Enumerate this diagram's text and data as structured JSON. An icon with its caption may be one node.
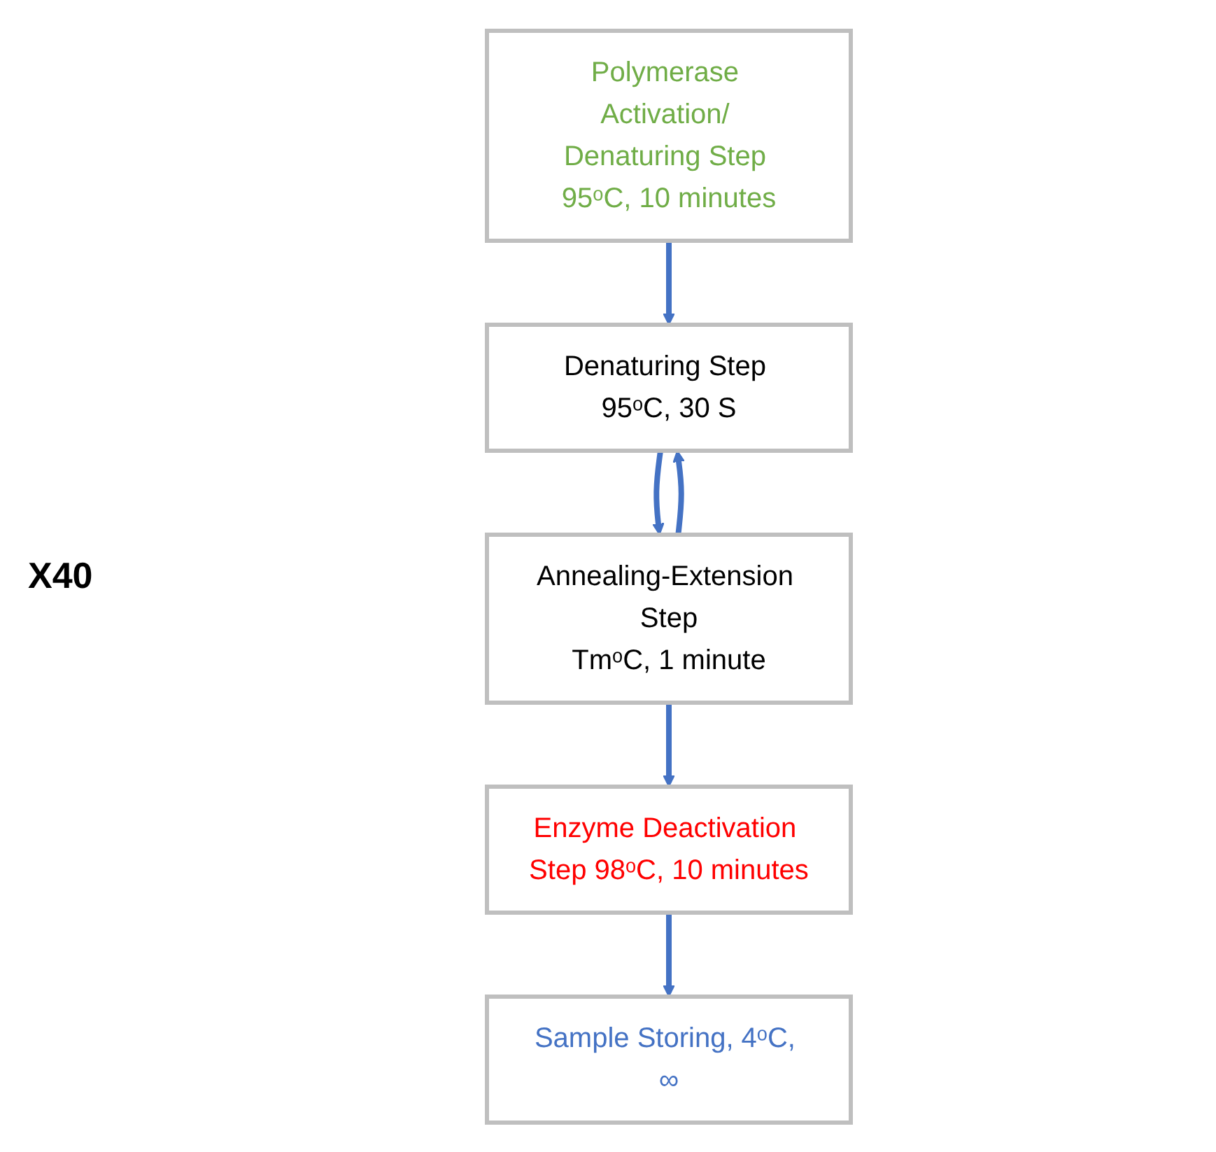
{
  "diagram": {
    "nodes": [
      {
        "text": [
          "Polymerase Activation/ Denaturing Step 95ᵒC, 10 minutes"
        ]
      },
      {
        "text": [
          "Denaturing Step 95ᵒC, 30 S"
        ]
      },
      {
        "text": [
          "Annealing-Extension Step",
          "TmᵒC, 1 minute"
        ]
      },
      {
        "text": [
          "Enzyme Deactivation Step 98ᵒC, 10 minutes"
        ]
      },
      {
        "text": [
          "Sample Storing, 4ᵒC, ∞"
        ]
      }
    ],
    "edges": [
      {
        "from": 0,
        "to": 1,
        "arrow": "to"
      },
      {
        "from": 1,
        "to": 2,
        "arrow": "to"
      },
      {
        "from": 2,
        "to": 1,
        "arrow": "to"
      },
      {
        "from": 2,
        "to": 3,
        "arrow": "to"
      },
      {
        "from": 3,
        "to": 4,
        "arrow": "to"
      }
    ],
    "labels": [
      "X40"
    ]
  }
}
